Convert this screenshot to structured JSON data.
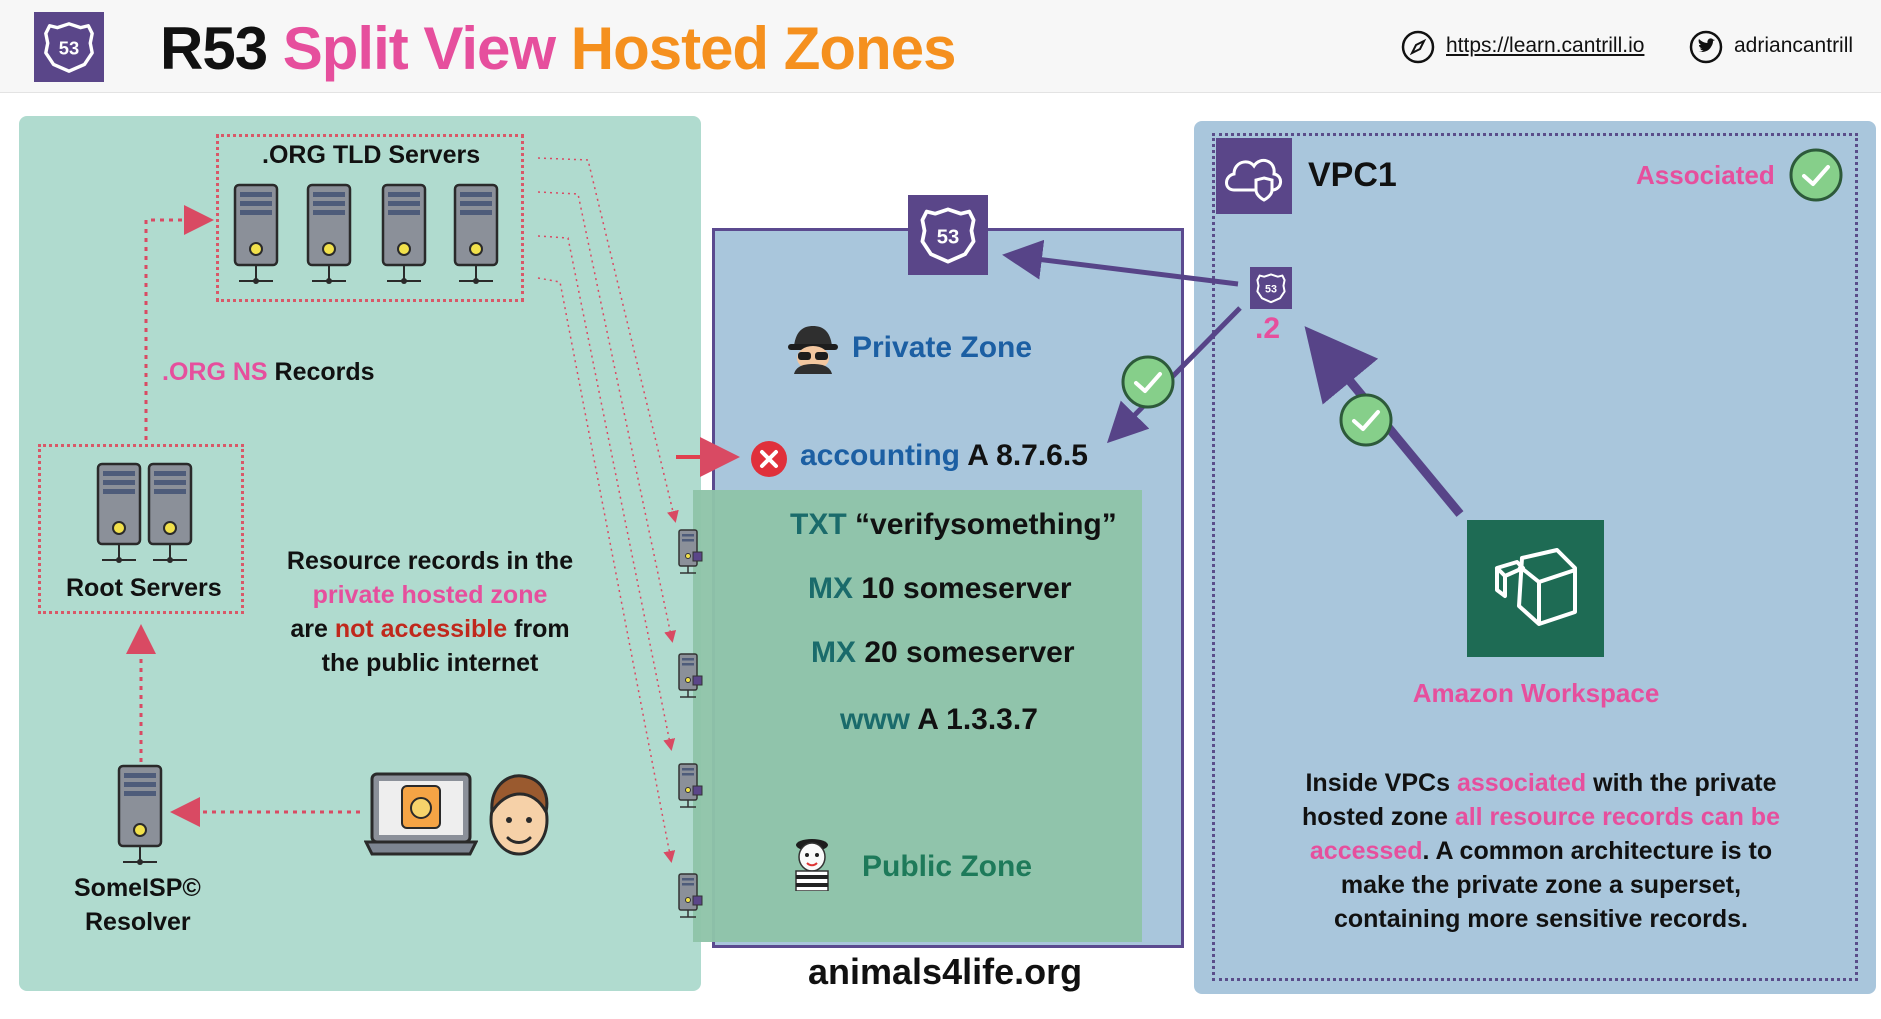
{
  "header": {
    "title_part1": "R53",
    "title_part2": "Split View",
    "title_part3": "Hosted Zones",
    "link_url": "https://learn.cantrill.io",
    "twitter_handle": "adriancantrill",
    "badge_text": "53"
  },
  "left": {
    "tld_label": ".ORG TLD Servers",
    "ns_prefix": ".ORG NS",
    "ns_suffix": "Records",
    "root_label": "Root Servers",
    "isp_line1": "SomeISP©",
    "isp_line2": "Resolver",
    "note": {
      "l1": "Resource records in the",
      "l2": "private hosted zone",
      "l3_a": "are",
      "l3_b": "not accessible",
      "l3_c": "from",
      "l4": "the public internet"
    }
  },
  "center": {
    "badge_text": "53",
    "private_zone": "Private Zone",
    "accounting_name": "accounting",
    "accounting_rec": "A 8.7.6.5",
    "records": [
      {
        "key": "TXT",
        "value": "“verifysomething”"
      },
      {
        "key": "MX",
        "value": "10 someserver"
      },
      {
        "key": "MX",
        "value": "20 someserver"
      },
      {
        "key": "www",
        "value": "A 1.3.3.7"
      }
    ],
    "public_zone": "Public Zone",
    "domain": "animals4life.org"
  },
  "right": {
    "vpc_label": "VPC1",
    "associated": "Associated",
    "resolver_ip": ".2",
    "resolver_badge": "53",
    "workspace_label": "Amazon Workspace",
    "note": {
      "l1_a": "Inside VPCs",
      "l1_b": "associated",
      "l1_c": "with the private",
      "l2_a": "hosted zone",
      "l2_b": "all resource records can be",
      "l3_a": "accessed",
      "l3_b": ". A common architecture is to",
      "l4": "make the private zone a superset,",
      "l5": "containing more sensitive records."
    }
  },
  "icons": {
    "compass": "compass-icon",
    "twitter": "twitter-icon",
    "route53": "route53-icon",
    "server": "server-icon",
    "laptop": "laptop-icon",
    "user": "user-avatar-icon",
    "spy": "spy-icon",
    "mime": "mime-icon",
    "workspace": "workspace-icon",
    "vpc": "vpc-cloud-icon",
    "check": "check-icon",
    "error": "error-x-icon"
  },
  "colors": {
    "pink": "#e64f9d",
    "orange": "#f5901e",
    "teal_panel": "#b0dbcf",
    "blue_panel": "#a9c6dc",
    "purple": "#5a4689",
    "public_zone_green": "#8fc4a9",
    "accent_red": "#c0281c"
  }
}
